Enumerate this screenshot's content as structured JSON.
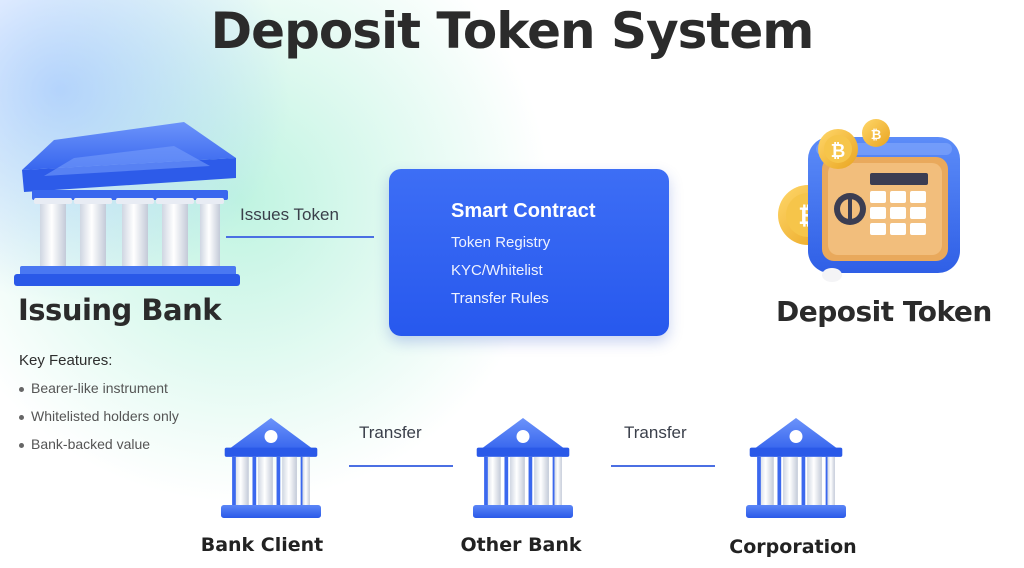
{
  "title": "Deposit Token System",
  "issuing_bank": {
    "name": "Issuing Bank",
    "icon": "classical-bank-icon",
    "features_title": "Key Features:",
    "features": [
      "Bearer-like instrument",
      "Whitelisted holders only",
      "Bank-backed value"
    ]
  },
  "smart_contract": {
    "title": "Smart Contract",
    "items": [
      "Token Registry",
      "KYC/Whitelist",
      "Transfer Rules"
    ]
  },
  "deposit_token": {
    "name": "Deposit Token",
    "icon": "safe-with-coins-icon"
  },
  "edges": {
    "issue": "Issues Token",
    "transfer_1": "Transfer",
    "transfer_2": "Transfer"
  },
  "nodes": [
    {
      "name": "Bank Client",
      "icon": "bank-icon"
    },
    {
      "name": "Other Bank",
      "icon": "bank-icon"
    },
    {
      "name": "Corporation",
      "icon": "bank-icon"
    }
  ],
  "colors": {
    "accent": "#2f62f0",
    "accent_dark": "#1f4fd6",
    "heading": "#2b2b2b",
    "coin": "#f2b632"
  }
}
